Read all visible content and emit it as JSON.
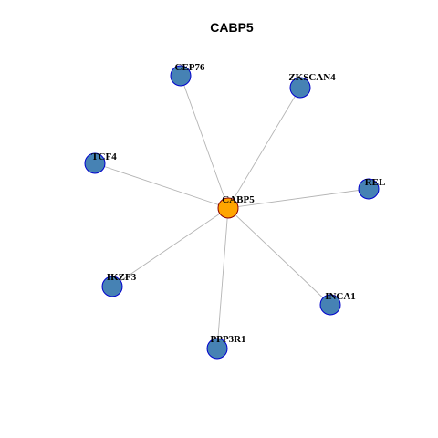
{
  "title": "CABP5",
  "hub": {
    "id": "CABP5",
    "label": "CABP5",
    "fill": "#FFA500",
    "stroke": "#8B0000"
  },
  "neighbor_style": {
    "fill": "#4682B4",
    "stroke": "#0000CD"
  },
  "edge_color": "#B4B4B4",
  "nodes": [
    {
      "id": "CEP76",
      "label": "CEP76"
    },
    {
      "id": "ZKSCAN4",
      "label": "ZKSCAN4"
    },
    {
      "id": "TCF4",
      "label": "TCF4"
    },
    {
      "id": "REL",
      "label": "REL"
    },
    {
      "id": "IKZF3",
      "label": "IKZF3"
    },
    {
      "id": "INCA1",
      "label": "INCA1"
    },
    {
      "id": "PPP3R1",
      "label": "PPP3R1"
    }
  ],
  "edges": [
    {
      "source": "CABP5",
      "target": "CEP76"
    },
    {
      "source": "CABP5",
      "target": "ZKSCAN4"
    },
    {
      "source": "CABP5",
      "target": "TCF4"
    },
    {
      "source": "CABP5",
      "target": "REL"
    },
    {
      "source": "CABP5",
      "target": "IKZF3"
    },
    {
      "source": "CABP5",
      "target": "INCA1"
    },
    {
      "source": "CABP5",
      "target": "PPP3R1"
    }
  ]
}
